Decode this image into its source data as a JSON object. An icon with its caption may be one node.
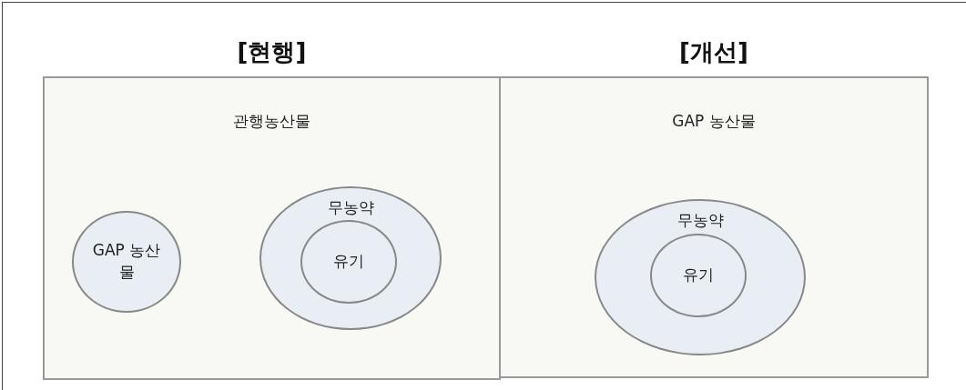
{
  "diagram": {
    "nodes": [
      {
        "text": [
          "[현행]",
          "관행농산물"
        ]
      },
      {
        "text": [
          "GAP 농산물"
        ],
        "in": 0
      },
      {
        "text": [
          "무농약"
        ],
        "in": 0
      },
      {
        "text": [
          "유기"
        ],
        "in": 2
      },
      {
        "text": [
          "[개선]",
          "GAP 농산물"
        ]
      },
      {
        "text": [
          "무농약"
        ],
        "in": 4
      },
      {
        "text": [
          "유기"
        ],
        "in": 5
      }
    ]
  }
}
